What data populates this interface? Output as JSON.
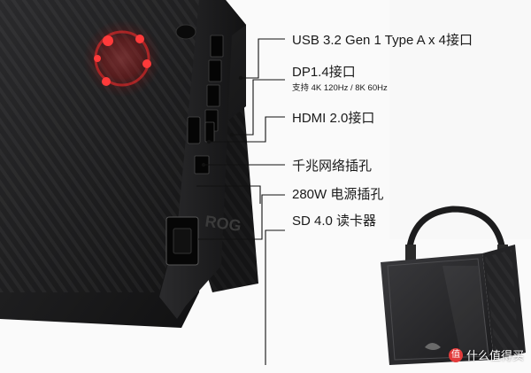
{
  "labels": [
    {
      "id": "usb",
      "text": "USB 3.2 Gen 1 Type A x 4接口"
    },
    {
      "id": "dp",
      "text": "DP1.4接口",
      "sub": "支持 4K 120Hz / 8K 60Hz"
    },
    {
      "id": "hdmi",
      "text": "HDMI 2.0接口"
    },
    {
      "id": "lan",
      "text": "千兆网络插孔"
    },
    {
      "id": "power",
      "text": "280W 电源插孔"
    },
    {
      "id": "sd",
      "text": "SD 4.0 读卡器"
    }
  ],
  "watermark": {
    "text": "什么值得买",
    "glyph": "值"
  },
  "colors": {
    "device_body": "#1b1b1c",
    "device_shadow": "#0c0c0d",
    "red_glow": "#ff2a2a",
    "callout_line": "#111111",
    "bag": "#2a2a2c"
  },
  "icons": {
    "red_logo": "rog-eye-icon",
    "bag_logo": "rog-logo-icon"
  }
}
